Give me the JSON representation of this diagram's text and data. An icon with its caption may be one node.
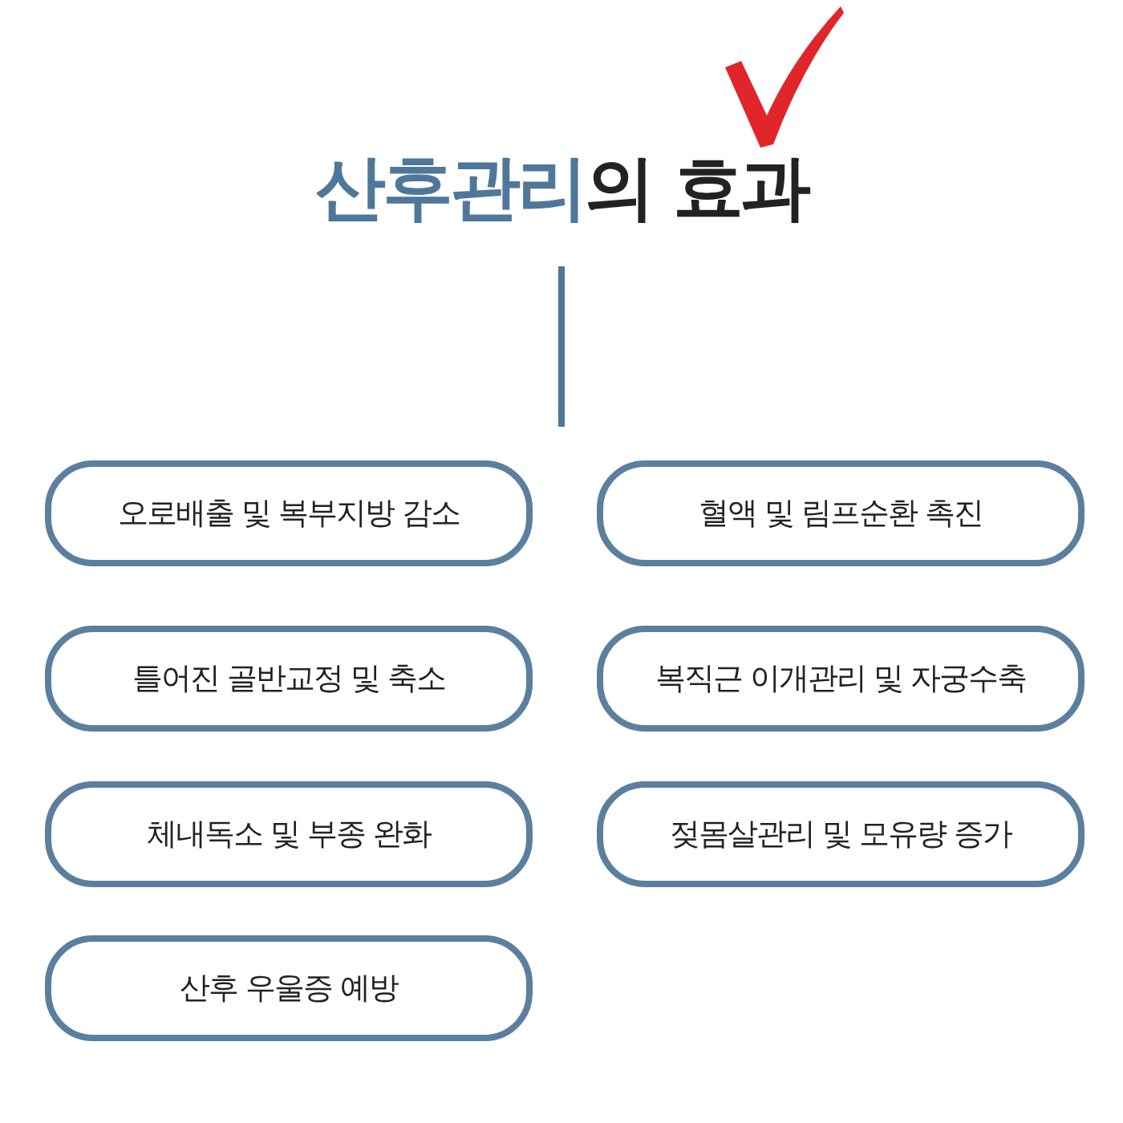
{
  "diagram": {
    "title": "**산후관리**의 효과",
    "nodes": [
      {
        "text": [
          "오로배출 및 복부지방 감소"
        ]
      },
      {
        "text": [
          "혈액 및 림프순환 촉진"
        ]
      },
      {
        "text": [
          "틀어진 골반교정 및 축소"
        ]
      },
      {
        "text": [
          "복직근 이개관리 및 자궁수축"
        ]
      },
      {
        "text": [
          "체내독소 및 부종 완화"
        ]
      },
      {
        "text": [
          "젖몸살관리 및 모유량 증가"
        ]
      },
      {
        "text": [
          "산후 우울증 예방"
        ]
      }
    ],
    "edges": []
  }
}
